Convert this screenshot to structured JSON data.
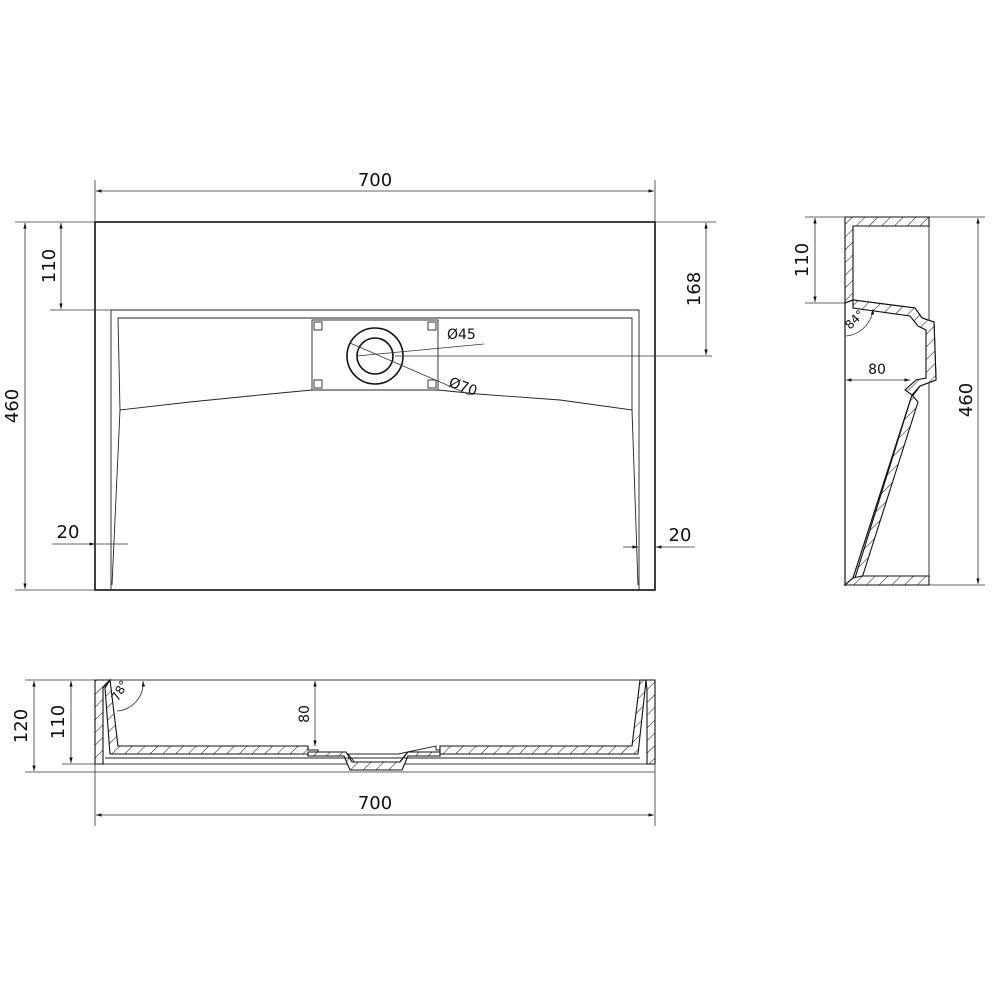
{
  "drawing": {
    "title": "Washbasin technical drawing",
    "units": "mm",
    "colors": {
      "line": "#111111",
      "background": "#ffffff"
    }
  },
  "top_view": {
    "width_label": "700",
    "depth_label": "460",
    "back_ledge_label": "110",
    "drain_offset_label": "168",
    "left_wall_label": "20",
    "right_wall_label": "20",
    "drain_inner_label": "Ø45",
    "drain_outer_label": "Ø70"
  },
  "side_view": {
    "ledge_label": "110",
    "depth_label": "460",
    "angle_label": "84°",
    "bowl_depth_label": "80"
  },
  "front_view": {
    "total_height_label": "120",
    "rim_height_label": "110",
    "angle_label": "78°",
    "bowl_depth_label": "80",
    "width_label": "700"
  }
}
